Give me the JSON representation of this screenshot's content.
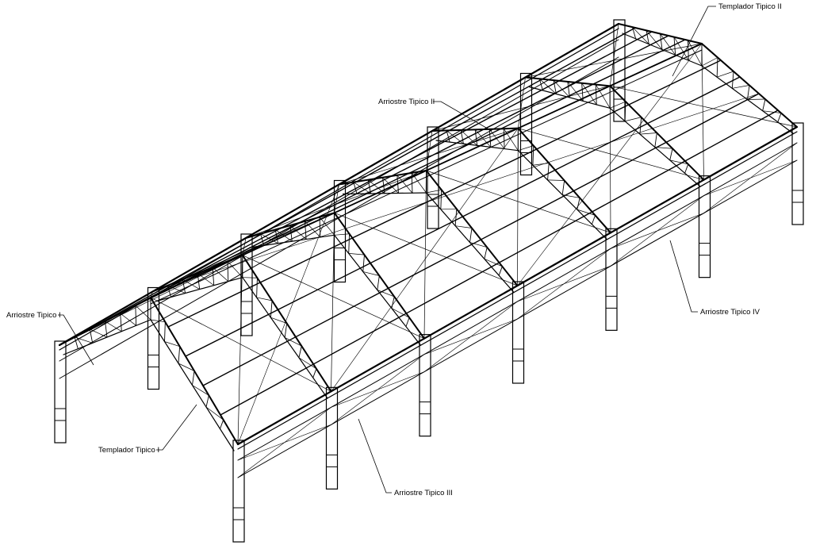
{
  "drawing": {
    "labels": {
      "templador_2": "Templador Tipico II",
      "arriostre_2": "Arriostre Tipico II",
      "arriostre_1": "Arriostre Tipico I",
      "arriostre_4": "Arriostre Tipico IV",
      "templador_1": "Templador Tipico I",
      "arriostre_3": "Arriostre Tipico III"
    },
    "frame_count": 7,
    "line_color": "#000000",
    "background": "#ffffff"
  }
}
